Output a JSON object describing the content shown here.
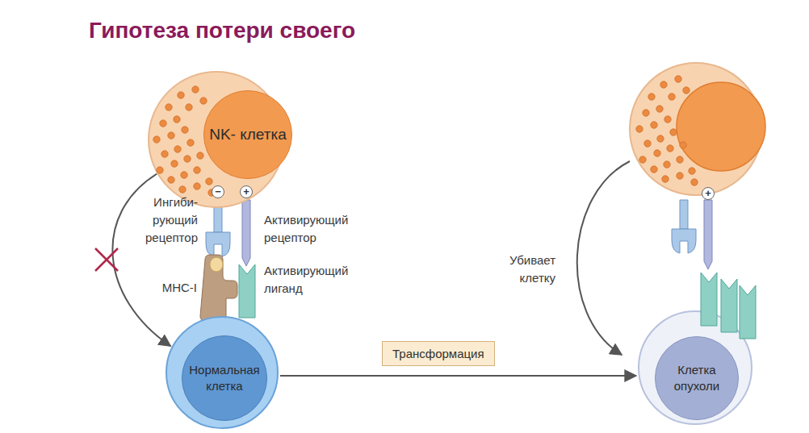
{
  "diagram": {
    "title": "Гипотеза потери своего",
    "nodes": [
      {
        "text": [
          "NK- клетка"
        ]
      },
      {
        "text": [
          "Нормальная клетка"
        ]
      },
      {
        "text": [
          "Клетка опухоли"
        ]
      }
    ],
    "edges": [
      {
        "from": 0,
        "to": 1,
        "arrow": "to"
      },
      {
        "from": 1,
        "to": 2,
        "label": "Трансформация",
        "arrow": "to"
      }
    ],
    "labels": [
      "−",
      "+",
      "Ингиби- рующий рецептор",
      "Активирующий рецептор",
      "MHC-I",
      "Активирующий лиганд",
      "Убивает клетку",
      "+"
    ]
  }
}
